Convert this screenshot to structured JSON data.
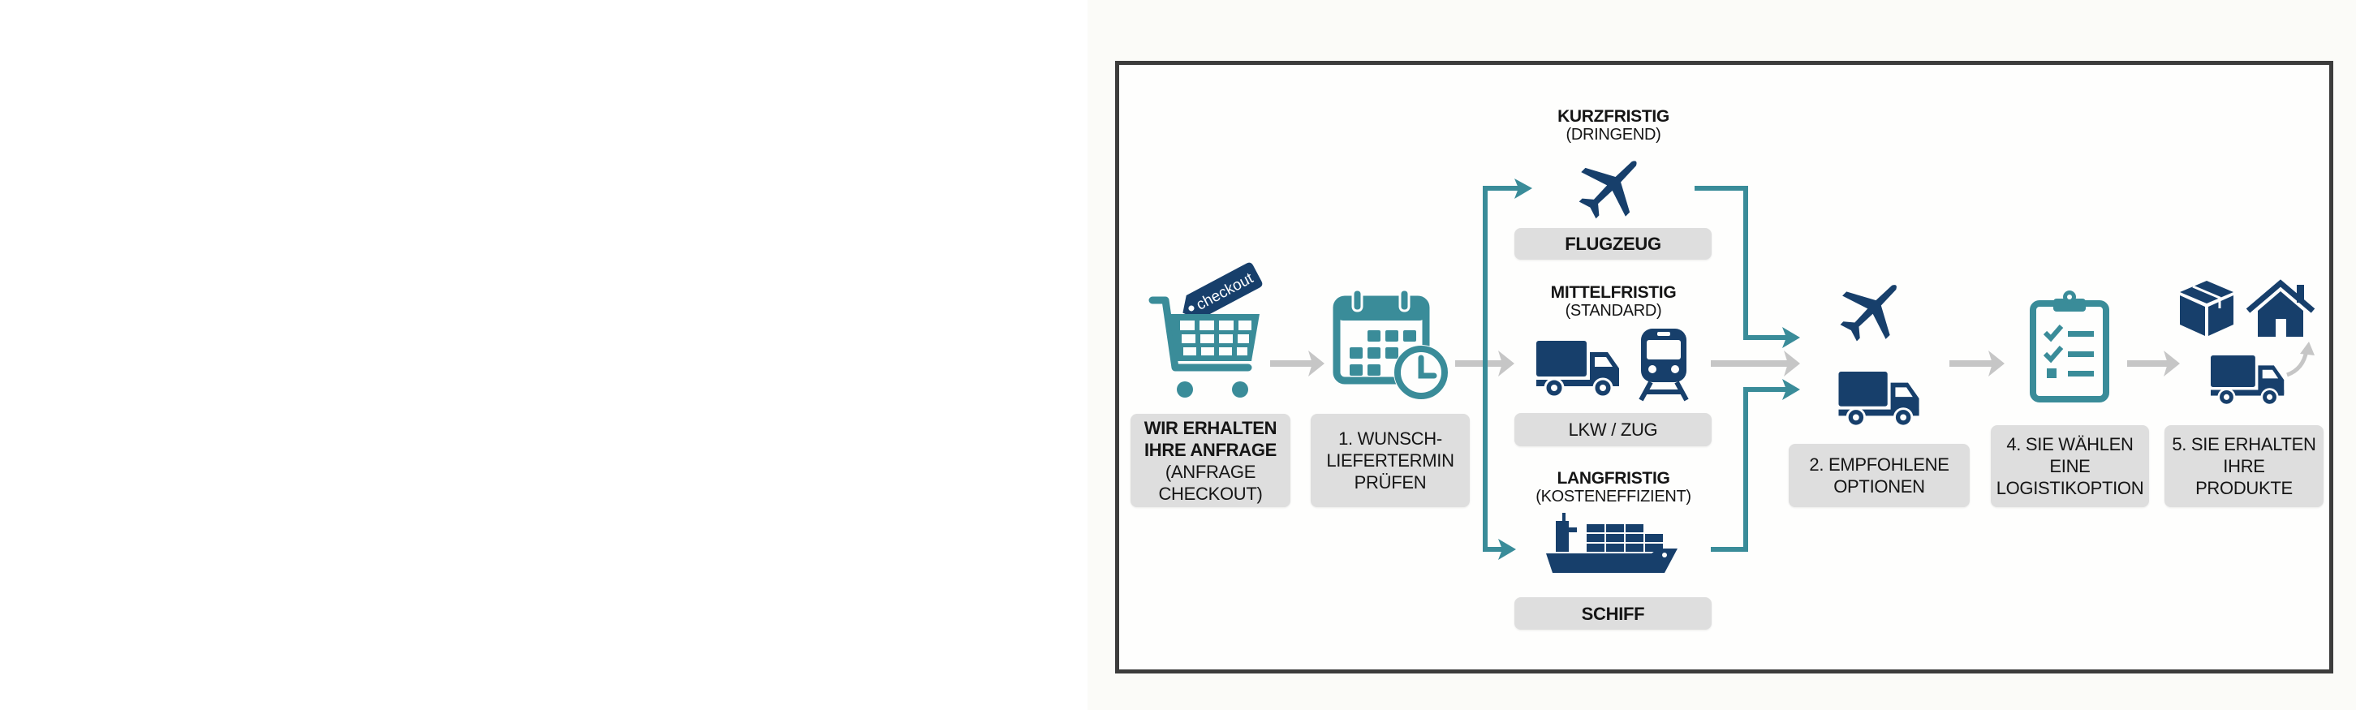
{
  "colors": {
    "teal": "#3a8c99",
    "navy": "#173f6b",
    "arrow_gray": "#c6c6c6",
    "box_gray": "#dedede",
    "frame": "#3c3c3c",
    "text": "#151515"
  },
  "steps": [
    {
      "id": "request",
      "icon": "shopping-cart-checkout-icon",
      "tag_label": "checkout",
      "lines": [
        "WIR ERHALTEN",
        "IHRE ANFRAGE",
        "(ANFRAGE",
        "CHECKOUT)"
      ]
    },
    {
      "id": "check-date",
      "icon": "calendar-clock-icon",
      "lines": [
        "1. WUNSCH-",
        "LIEFERTERMIN",
        "PRÜFEN"
      ]
    },
    {
      "id": "recommended",
      "icon": "plane-and-truck-icon",
      "lines": [
        "2. EMPFOHLENE",
        "OPTIONEN"
      ]
    },
    {
      "id": "choose",
      "icon": "clipboard-checklist-icon",
      "lines": [
        "4. SIE WÄHLEN",
        "EINE",
        "LOGISTIKOPTION"
      ]
    },
    {
      "id": "receive",
      "icon": "box-house-truck-icon",
      "lines": [
        "5. SIE ERHALTEN",
        "IHRE",
        "PRODUKTE"
      ]
    }
  ],
  "modes": [
    {
      "term": "KURZFRISTIG",
      "qualifier": "(DRINGEND)",
      "icon": "airplane-icon",
      "label": "FLUGZEUG"
    },
    {
      "term": "MITTELFRISTIG",
      "qualifier": "(STANDARD)",
      "icon": "truck-and-train-icon",
      "label": "LKW / ZUG"
    },
    {
      "term": "LANGFRISTIG",
      "qualifier": "(KOSTENEFFIZIENT)",
      "icon": "container-ship-icon",
      "label": "SCHIFF"
    }
  ]
}
